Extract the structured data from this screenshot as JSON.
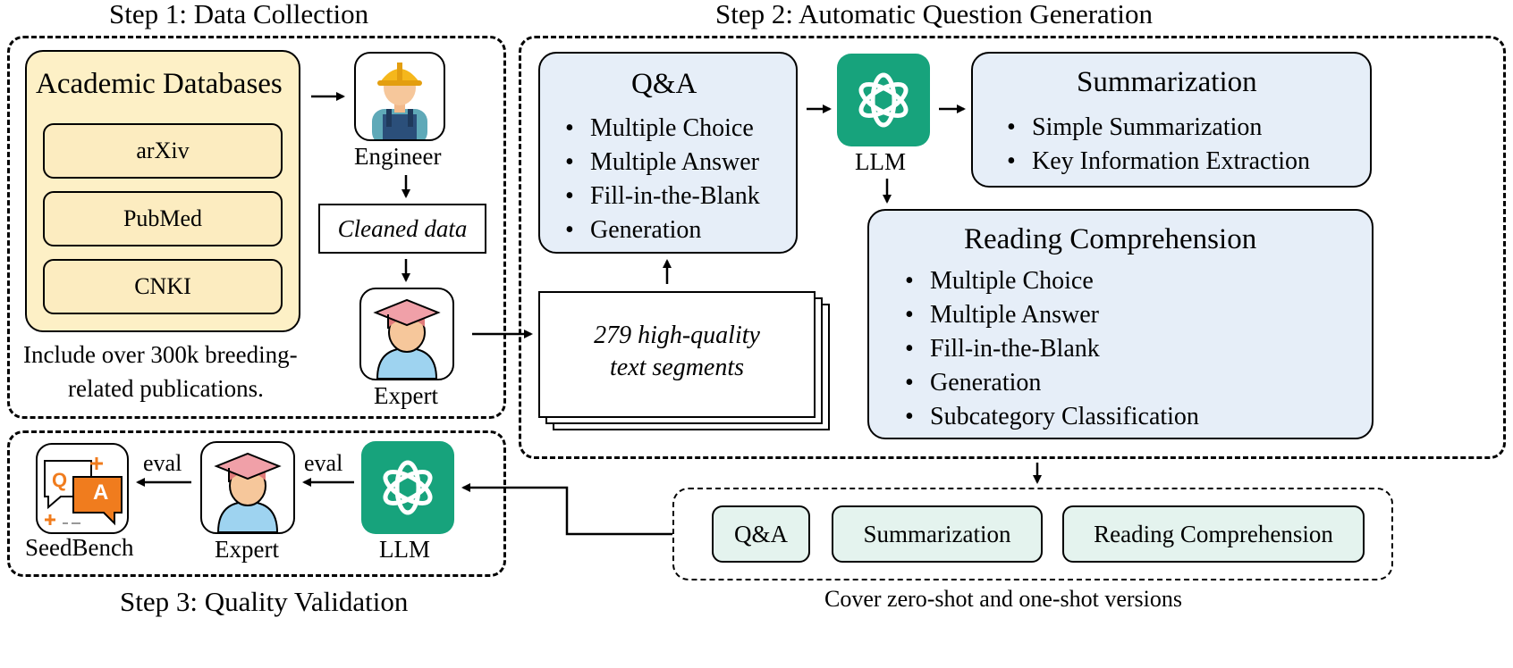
{
  "step1": {
    "title": "Step 1: Data Collection",
    "databases_title": "Academic Databases",
    "databases": [
      "arXiv",
      "PubMed",
      "CNKI"
    ],
    "caption_line1": "Include over 300k breeding-",
    "caption_line2": "related publications.",
    "engineer_label": "Engineer",
    "cleaned_data_label": "Cleaned data",
    "expert_label": "Expert"
  },
  "step2": {
    "title": "Step 2: Automatic Question Generation",
    "qa": {
      "title": "Q&A",
      "items": [
        "Multiple Choice",
        "Multiple Answer",
        "Fill-in-the-Blank",
        "Generation"
      ]
    },
    "llm_label": "LLM",
    "summarization": {
      "title": "Summarization",
      "items": [
        "Simple Summarization",
        "Key Information Extraction"
      ]
    },
    "reading": {
      "title": "Reading Comprehension",
      "items": [
        "Multiple Choice",
        "Multiple Answer",
        "Fill-in-the-Blank",
        "Generation",
        "Subcategory Classification"
      ]
    },
    "segments_line1": "279 high-quality",
    "segments_line2": "text segments"
  },
  "outputs": {
    "boxes": [
      "Q&A",
      "Summarization",
      "Reading Comprehension"
    ],
    "caption": "Cover zero-shot and one-shot versions"
  },
  "step3": {
    "title": "Step 3: Quality Validation",
    "seedbench_label": "SeedBench",
    "expert_label": "Expert",
    "llm_label": "LLM",
    "eval_label_1": "eval",
    "eval_label_2": "eval",
    "seedbench_badge_q": "Q",
    "seedbench_badge_a": "A"
  },
  "colors": {
    "panel_blue": "#e6eef8",
    "panel_cream": "#fdf0c6",
    "panel_mint": "#e4f3ee",
    "llm_green": "#17a37c",
    "badge_orange": "#f07c1e"
  },
  "icons": [
    "engineer-icon",
    "expert-icon",
    "llm-logo-icon",
    "seedbench-icon"
  ]
}
